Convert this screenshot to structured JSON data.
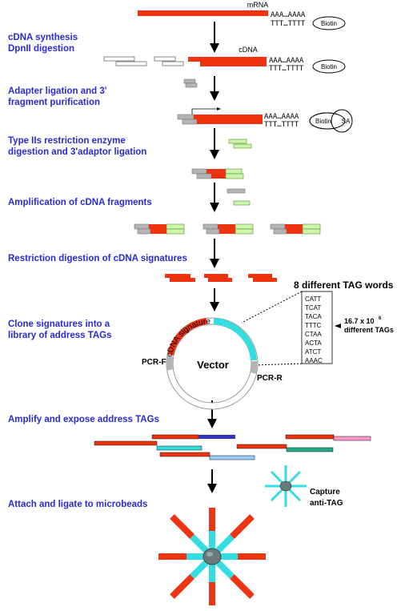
{
  "steps": [
    {
      "line1": "cDNA synthesis",
      "line2": " DpnII digestion"
    },
    {
      "line1": "Adapter  ligation and 3'",
      "line2": "fragment purification"
    },
    {
      "line1": "Type IIs restriction enzyme",
      "line2": "digestion and 3'adaptor  ligation"
    },
    {
      "line1": "Amplification of cDNA fragments",
      "line2": ""
    },
    {
      "line1": "Restriction digestion of cDNA signatures",
      "line2": ""
    },
    {
      "line1": "Clone signatures into a",
      "line2": "library of address  TAGs"
    },
    {
      "line1": "Amplify and expose address  TAGs",
      "line2": ""
    },
    {
      "line1": "Attach and ligate to microbeads",
      "line2": ""
    }
  ],
  "labels": {
    "mrna": "mRNA",
    "cdna": "cDNA",
    "poly_a": "AAA…AAAA",
    "poly_t": "TTT…TTTT",
    "biotin": "Biotin",
    "sa": "SA",
    "tag_words_title": "8 different TAG words",
    "tag_words": [
      "CATT",
      "TCAT",
      "TACA",
      "TTTC",
      "CTAA",
      "ACTA",
      "ATCT",
      "AAAC"
    ],
    "tag_count": "16.7 x 10",
    "tag_count_exp": "6",
    "tag_count_line2": "different TAGs",
    "cdna_signature": "cDNA signature",
    "vector": "Vector",
    "pcr_f": "PCR-F",
    "pcr_r": "PCR-R",
    "capture_line1": "Capture",
    "capture_line2": "anti-TAG"
  },
  "colors": {
    "step_text": "#2a2ad6",
    "red": "#ee3311",
    "gray": "#b4b4b4",
    "green": "#ccf5a8",
    "cyan": "#33dde0",
    "bead": "#6a7a7a"
  }
}
